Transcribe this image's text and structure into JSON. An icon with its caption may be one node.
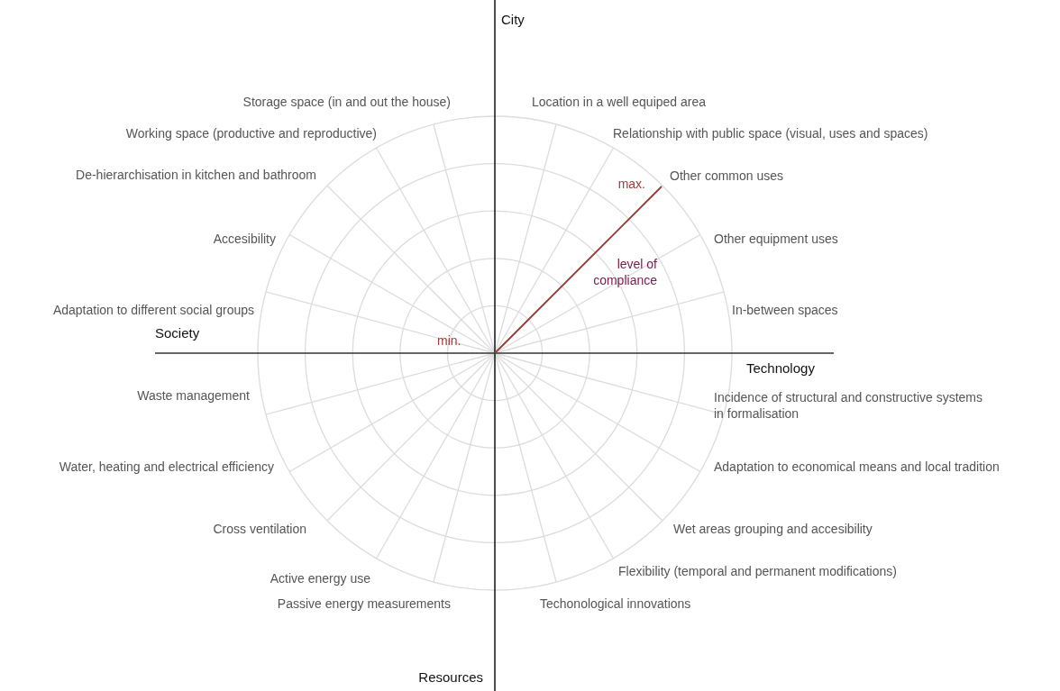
{
  "diagram": {
    "labels": [
      "City",
      "Storage space (in and out the house)",
      "Location in a well equiped area",
      "Working space (productive and reproductive)",
      "Relationship with public space (visual, uses and spaces)",
      "De-hierarchisation in kitchen and bathroom",
      "Other common uses",
      "max.",
      "Accesibility",
      "Other equipment uses",
      "level of compliance",
      "Adaptation to different social groups",
      "In-between spaces",
      "Society",
      "min.",
      "Technology",
      "Waste management",
      "Incidence of structural and constructive systems in formalisation",
      "Water, heating and electrical efficiency",
      "Adaptation to economical means and local tradition",
      "Cross ventilation",
      "Wet areas grouping and accesibility",
      "Active energy use",
      "Flexibility (temporal and permanent modifications)",
      "Passive energy measurements",
      "Techonological innovations",
      "Resources"
    ]
  }
}
